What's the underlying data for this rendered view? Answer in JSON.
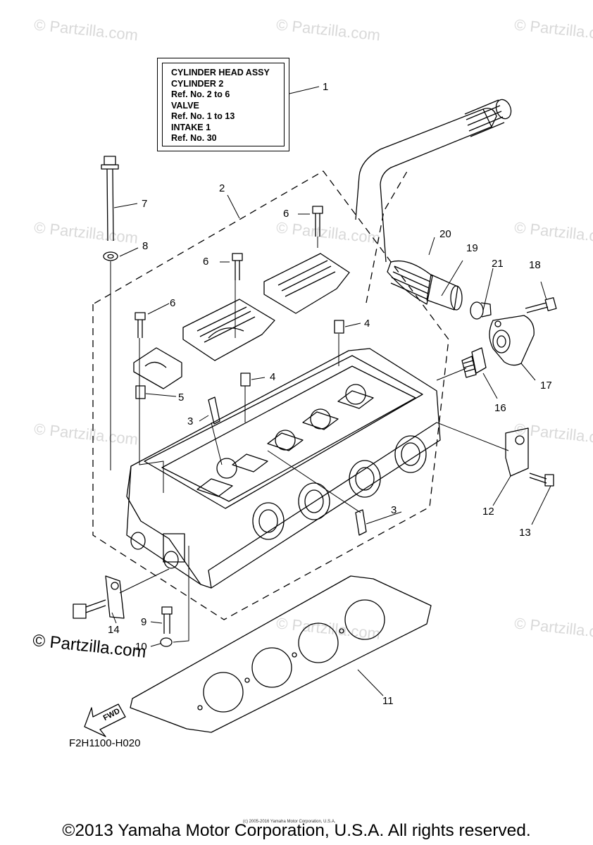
{
  "watermarks": [
    "© Partzilla.com",
    "© Partzilla.com",
    "© Partzilla.com",
    "© Partzilla.com",
    "© Partzilla.com",
    "© Partzilla.com",
    "© Partzilla.com",
    "© Partzilla.com",
    "© Partzilla.com",
    "© Partzilla.com"
  ],
  "assembly_box": {
    "lines": [
      "CYLINDER HEAD ASSY",
      "CYLINDER 2",
      "Ref. No. 2 to 6",
      "VALVE",
      "Ref. No. 1 to 13",
      "INTAKE 1",
      "Ref. No. 30"
    ]
  },
  "callouts": [
    "1",
    "2",
    "3",
    "3",
    "4",
    "4",
    "5",
    "6",
    "6",
    "6",
    "7",
    "8",
    "9",
    "10",
    "11",
    "12",
    "13",
    "14",
    "16",
    "17",
    "18",
    "19",
    "20",
    "21"
  ],
  "fwd_label": "FWD",
  "watermark_large": "© Partzilla.com",
  "figure_code": "F2H1100-H020",
  "tiny_copyright": "(c) 2005-2016 Yamaha Motor Corporation, U.S.A.",
  "footer": "©2013 Yamaha Motor Corporation, U.S.A. All rights reserved.",
  "colors": {
    "line": "#000000",
    "watermark": "#d9d9d9",
    "background": "#ffffff"
  }
}
